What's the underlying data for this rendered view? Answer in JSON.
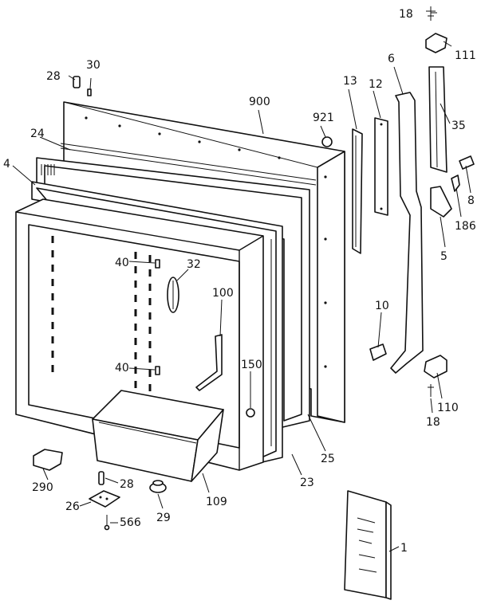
{
  "callouts": {
    "p18_top": "18",
    "p111": "111",
    "p28_top": "28",
    "p30": "30",
    "p6": "6",
    "p13": "13",
    "p12": "12",
    "p900": "900",
    "p921": "921",
    "p35": "35",
    "p24": "24",
    "p4": "4",
    "p8": "8",
    "p186": "186",
    "p5": "5",
    "p40_top": "40",
    "p32": "32",
    "p100": "100",
    "p10": "10",
    "p40_bottom": "40",
    "p150": "150",
    "p110": "110",
    "p18_bottom": "18",
    "p25": "25",
    "p23": "23",
    "p290": "290",
    "p28_bottom": "28",
    "p109": "109",
    "p26": "26",
    "p29": "29",
    "p566": "566",
    "p1": "1"
  }
}
